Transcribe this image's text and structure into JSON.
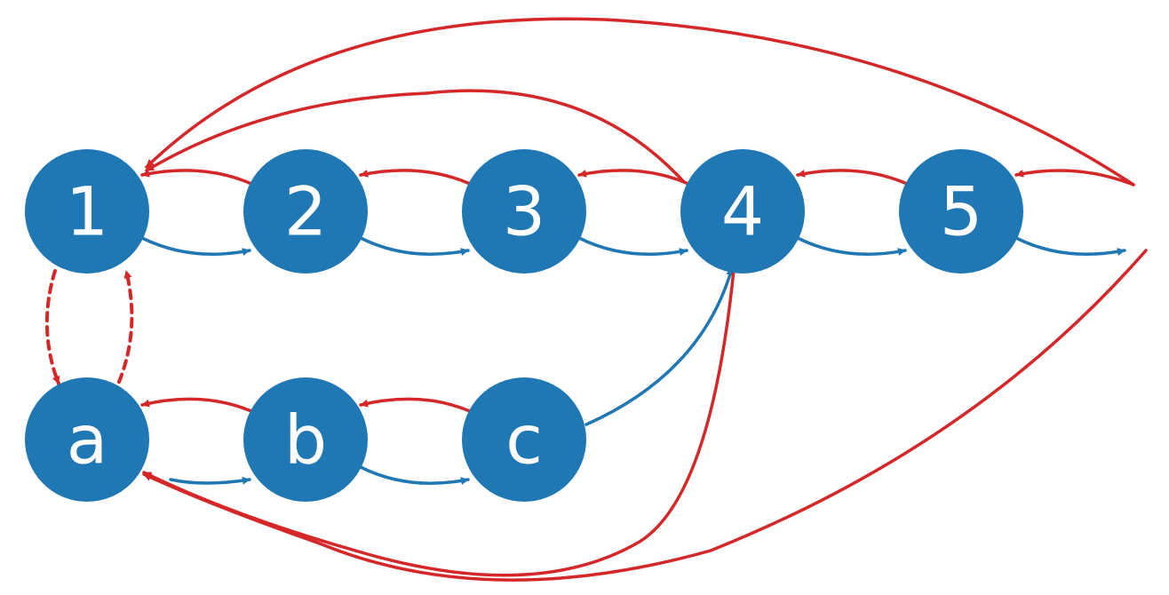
{
  "colors": {
    "node": "#1f77b4",
    "forward": "#1f77b4",
    "backward": "#d62728",
    "background": "#ffffff"
  },
  "nodes": [
    {
      "id": "1",
      "label": "1"
    },
    {
      "id": "2",
      "label": "2"
    },
    {
      "id": "3",
      "label": "3"
    },
    {
      "id": "4",
      "label": "4"
    },
    {
      "id": "5",
      "label": "5"
    },
    {
      "id": "a",
      "label": "a"
    },
    {
      "id": "b",
      "label": "b"
    },
    {
      "id": "c",
      "label": "c"
    }
  ],
  "edges": [
    {
      "from": "1",
      "to": "2",
      "kind": "forward",
      "style": "solid"
    },
    {
      "from": "2",
      "to": "3",
      "kind": "forward",
      "style": "solid"
    },
    {
      "from": "3",
      "to": "4",
      "kind": "forward",
      "style": "solid"
    },
    {
      "from": "4",
      "to": "5",
      "kind": "forward",
      "style": "solid"
    },
    {
      "from": "5",
      "to": "",
      "kind": "forward",
      "style": "solid"
    },
    {
      "from": "2",
      "to": "1",
      "kind": "backward",
      "style": "solid"
    },
    {
      "from": "3",
      "to": "2",
      "kind": "backward",
      "style": "solid"
    },
    {
      "from": "4",
      "to": "3",
      "kind": "backward",
      "style": "solid"
    },
    {
      "from": "5",
      "to": "4",
      "kind": "backward",
      "style": "solid"
    },
    {
      "from": "",
      "to": "5",
      "kind": "backward",
      "style": "solid"
    },
    {
      "from": "4",
      "to": "1",
      "kind": "backward",
      "style": "solid"
    },
    {
      "from": "",
      "to": "1",
      "kind": "backward",
      "style": "solid"
    },
    {
      "from": "a",
      "to": "b",
      "kind": "forward",
      "style": "solid"
    },
    {
      "from": "b",
      "to": "c",
      "kind": "forward",
      "style": "solid"
    },
    {
      "from": "c",
      "to": "4",
      "kind": "forward",
      "style": "solid"
    },
    {
      "from": "b",
      "to": "a",
      "kind": "backward",
      "style": "solid"
    },
    {
      "from": "c",
      "to": "b",
      "kind": "backward",
      "style": "solid"
    },
    {
      "from": "4",
      "to": "a",
      "kind": "backward",
      "style": "solid"
    },
    {
      "from": "",
      "to": "a",
      "kind": "backward",
      "style": "solid"
    },
    {
      "from": "1",
      "to": "a",
      "kind": "backward",
      "style": "dashed"
    },
    {
      "from": "a",
      "to": "1",
      "kind": "backward",
      "style": "dashed"
    }
  ]
}
